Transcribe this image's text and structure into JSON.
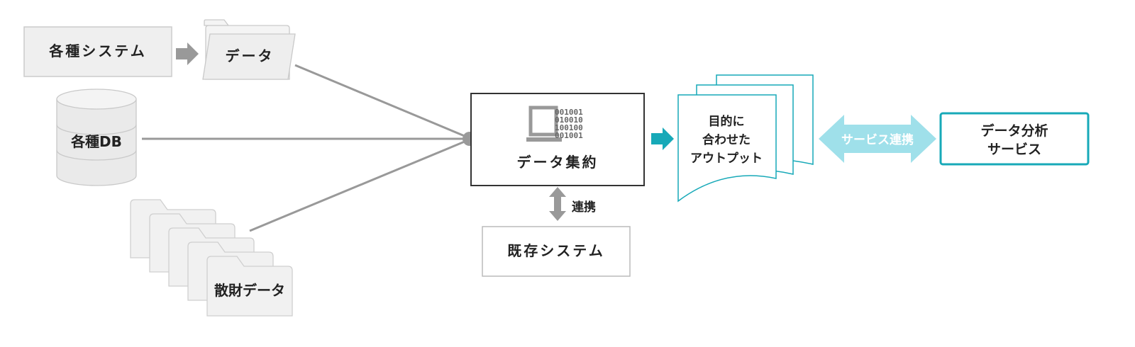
{
  "sources": {
    "systems_label": "各種システム",
    "data_label": "データ",
    "db_label": "各種DB",
    "scattered_label": "散財データ"
  },
  "hub": {
    "label": "データ集約",
    "binary_lines": [
      "001001",
      "010010",
      "100100",
      "001001"
    ],
    "link_label": "連携",
    "existing_label": "既存システム"
  },
  "output": {
    "lines": [
      "目的に",
      "合わせた",
      "アウトプット"
    ]
  },
  "service": {
    "link_label": "サービス連携",
    "lines": [
      "データ分析",
      "サービス"
    ]
  },
  "colors": {
    "accent": "#17a9b8",
    "accent_light": "#9fe0ea",
    "gray_fill": "#efefef",
    "gray_stroke": "#bdbdbd",
    "connector": "#999999"
  }
}
